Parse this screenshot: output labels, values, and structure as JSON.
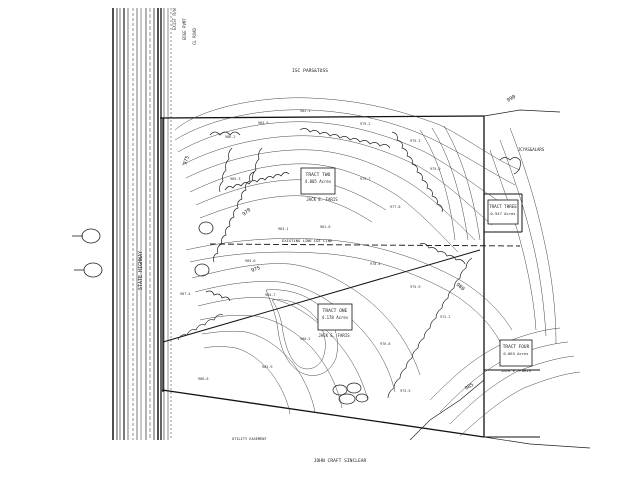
{
  "map": {
    "title": "Topographic survey plat",
    "adjoiners": {
      "top": "ISC PARS&TOSS",
      "right": "JCYAS&ALARS",
      "bottom": "JOHN CRAFT SINCLEAR"
    },
    "tracts": [
      {
        "name": "TRACT TWO",
        "acres": "4.805 Acres",
        "owner": "JACK E. FARIS"
      },
      {
        "name": "TRACT ONE",
        "acres": "4.178 Acres",
        "owner": "JACK E. FARIS"
      },
      {
        "name": "TRACT THREE",
        "acres": "0.547 Acres",
        "owner": ""
      },
      {
        "name": "TRACT FOUR",
        "acres": "0.063 Acres",
        "owner": "JACK E. FARIS"
      }
    ],
    "contours": [
      "975",
      "970",
      "975",
      "980",
      "985",
      "990"
    ],
    "road_label": "STATE HIGHWAY",
    "notes": [
      "EXISTING LINE LOT LINE",
      "UTILITY EASEMENT"
    ]
  }
}
